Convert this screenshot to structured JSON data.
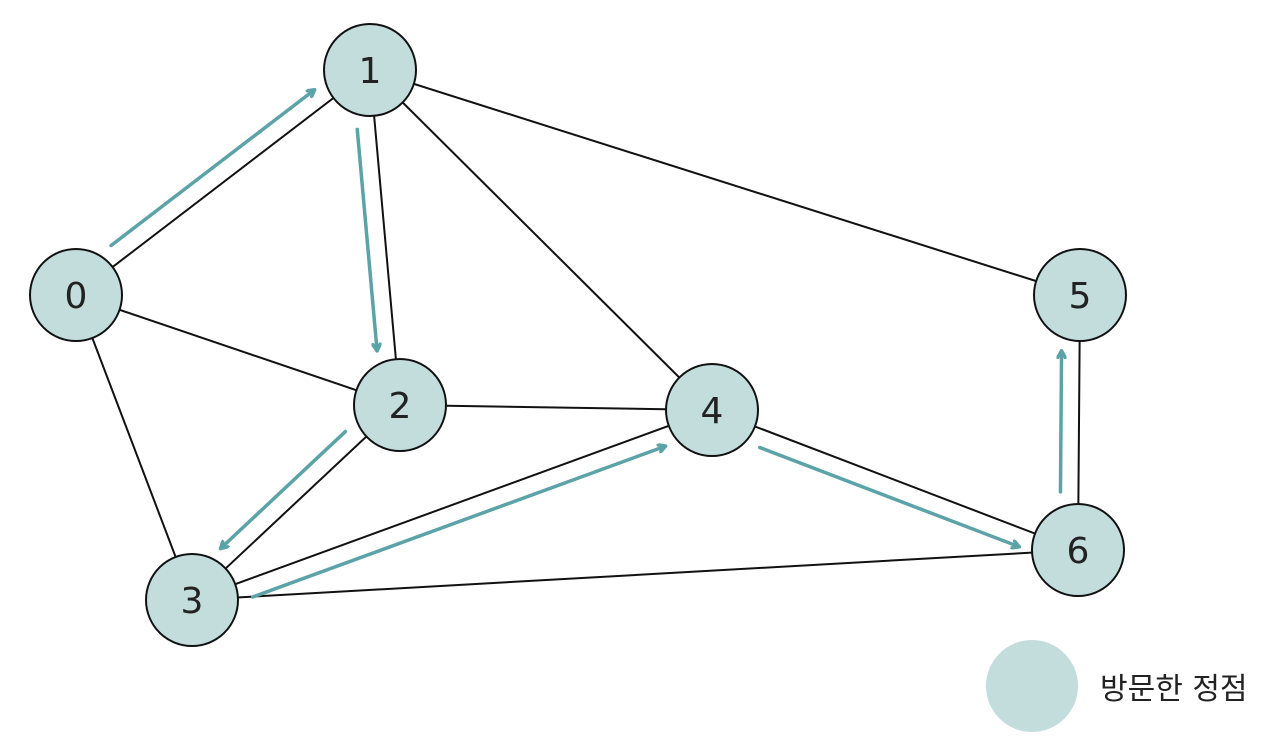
{
  "colors": {
    "visited_fill": "#c3dcdc",
    "node_stroke": "#111111",
    "edge": "#111111",
    "arrow": "#5ba3a6"
  },
  "graph": {
    "nodes": [
      {
        "id": "0",
        "label": "0"
      },
      {
        "id": "1",
        "label": "1"
      },
      {
        "id": "2",
        "label": "2"
      },
      {
        "id": "3",
        "label": "3"
      },
      {
        "id": "4",
        "label": "4"
      },
      {
        "id": "5",
        "label": "5"
      },
      {
        "id": "6",
        "label": "6"
      }
    ],
    "edges": [
      [
        "0",
        "1"
      ],
      [
        "0",
        "2"
      ],
      [
        "0",
        "3"
      ],
      [
        "1",
        "2"
      ],
      [
        "1",
        "4"
      ],
      [
        "1",
        "5"
      ],
      [
        "2",
        "3"
      ],
      [
        "2",
        "4"
      ],
      [
        "3",
        "4"
      ],
      [
        "3",
        "6"
      ],
      [
        "4",
        "6"
      ],
      [
        "5",
        "6"
      ]
    ],
    "traversal": [
      [
        "0",
        "1"
      ],
      [
        "1",
        "2"
      ],
      [
        "2",
        "3"
      ],
      [
        "3",
        "4"
      ],
      [
        "4",
        "6"
      ],
      [
        "6",
        "5"
      ]
    ]
  },
  "legend": {
    "label": "방문한 정점"
  }
}
